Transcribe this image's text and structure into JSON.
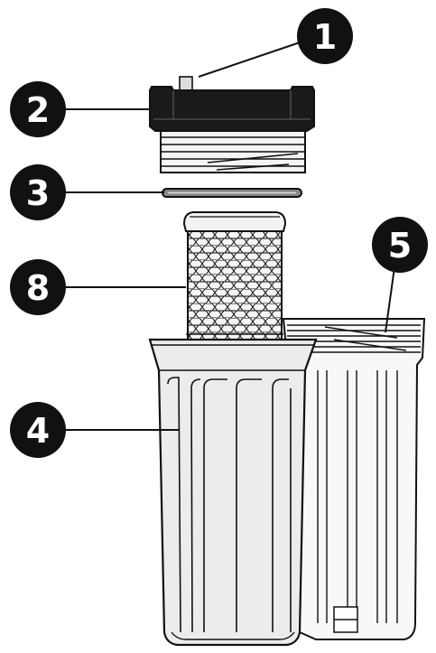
{
  "callouts": [
    {
      "id": "c1",
      "label": "1"
    },
    {
      "id": "c2",
      "label": "2"
    },
    {
      "id": "c3",
      "label": "3"
    },
    {
      "id": "c8",
      "label": "8"
    },
    {
      "id": "c5",
      "label": "5"
    },
    {
      "id": "c4",
      "label": "4"
    }
  ],
  "colors": {
    "line": "#111111",
    "badge": "#111111",
    "badge_text": "#ffffff",
    "housing_front": "#ececec",
    "housing_back": "#f8f8f8",
    "cap": "#1a1a1a",
    "mesh": "#e4e4e4"
  }
}
